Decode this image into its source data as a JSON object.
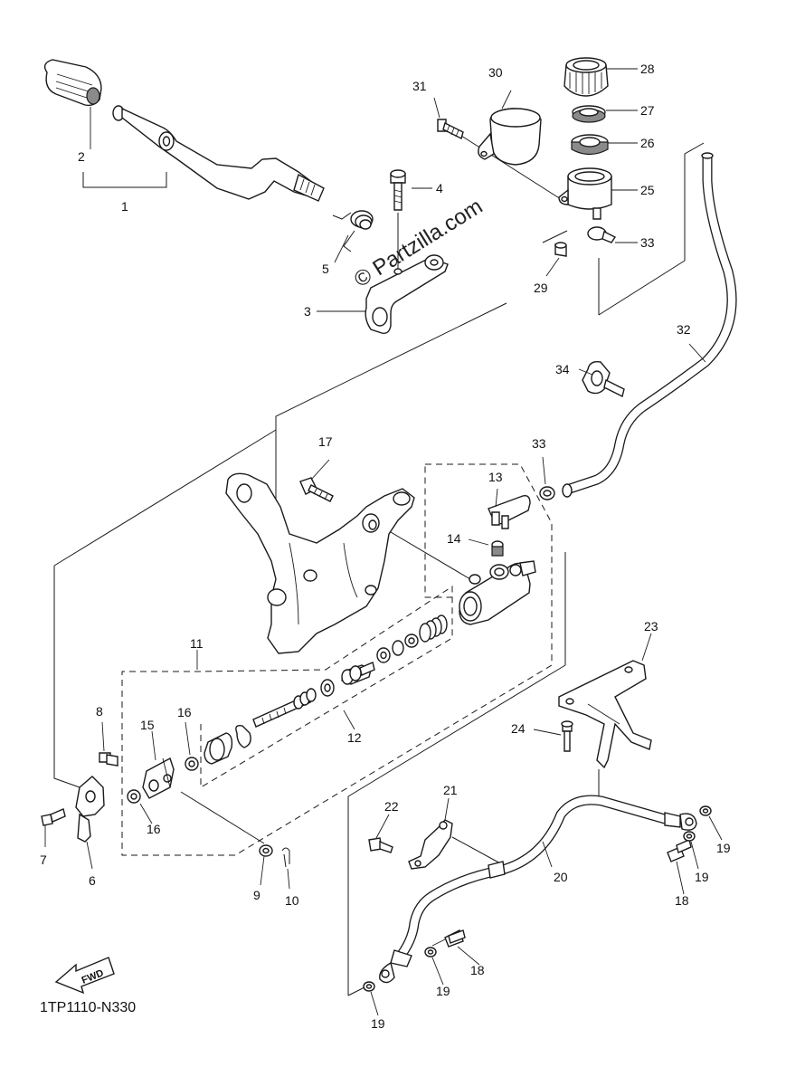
{
  "watermark": "© Partzilla.com",
  "drawing_code": "1TP1110-N330",
  "fwd_label": "FWD",
  "callouts": [
    {
      "id": "c1",
      "text": "1"
    },
    {
      "id": "c2",
      "text": "2"
    },
    {
      "id": "c3",
      "text": "3"
    },
    {
      "id": "c4",
      "text": "4"
    },
    {
      "id": "c5",
      "text": "5"
    },
    {
      "id": "c6",
      "text": "6"
    },
    {
      "id": "c7",
      "text": "7"
    },
    {
      "id": "c8",
      "text": "8"
    },
    {
      "id": "c9",
      "text": "9"
    },
    {
      "id": "c10",
      "text": "10"
    },
    {
      "id": "c11",
      "text": "11"
    },
    {
      "id": "c12",
      "text": "12"
    },
    {
      "id": "c13",
      "text": "13"
    },
    {
      "id": "c14",
      "text": "14"
    },
    {
      "id": "c15",
      "text": "15"
    },
    {
      "id": "c16a",
      "text": "16"
    },
    {
      "id": "c16b",
      "text": "16"
    },
    {
      "id": "c17",
      "text": "17"
    },
    {
      "id": "c18a",
      "text": "18"
    },
    {
      "id": "c18b",
      "text": "18"
    },
    {
      "id": "c19a",
      "text": "19"
    },
    {
      "id": "c19b",
      "text": "19"
    },
    {
      "id": "c19c",
      "text": "19"
    },
    {
      "id": "c19d",
      "text": "19"
    },
    {
      "id": "c20",
      "text": "20"
    },
    {
      "id": "c21",
      "text": "21"
    },
    {
      "id": "c22",
      "text": "22"
    },
    {
      "id": "c23",
      "text": "23"
    },
    {
      "id": "c24",
      "text": "24"
    },
    {
      "id": "c25",
      "text": "25"
    },
    {
      "id": "c26",
      "text": "26"
    },
    {
      "id": "c27",
      "text": "27"
    },
    {
      "id": "c28",
      "text": "28"
    },
    {
      "id": "c29",
      "text": "29"
    },
    {
      "id": "c30",
      "text": "30"
    },
    {
      "id": "c31",
      "text": "31"
    },
    {
      "id": "c32",
      "text": "32"
    },
    {
      "id": "c33a",
      "text": "33"
    },
    {
      "id": "c33b",
      "text": "33"
    },
    {
      "id": "c34",
      "text": "34"
    }
  ]
}
